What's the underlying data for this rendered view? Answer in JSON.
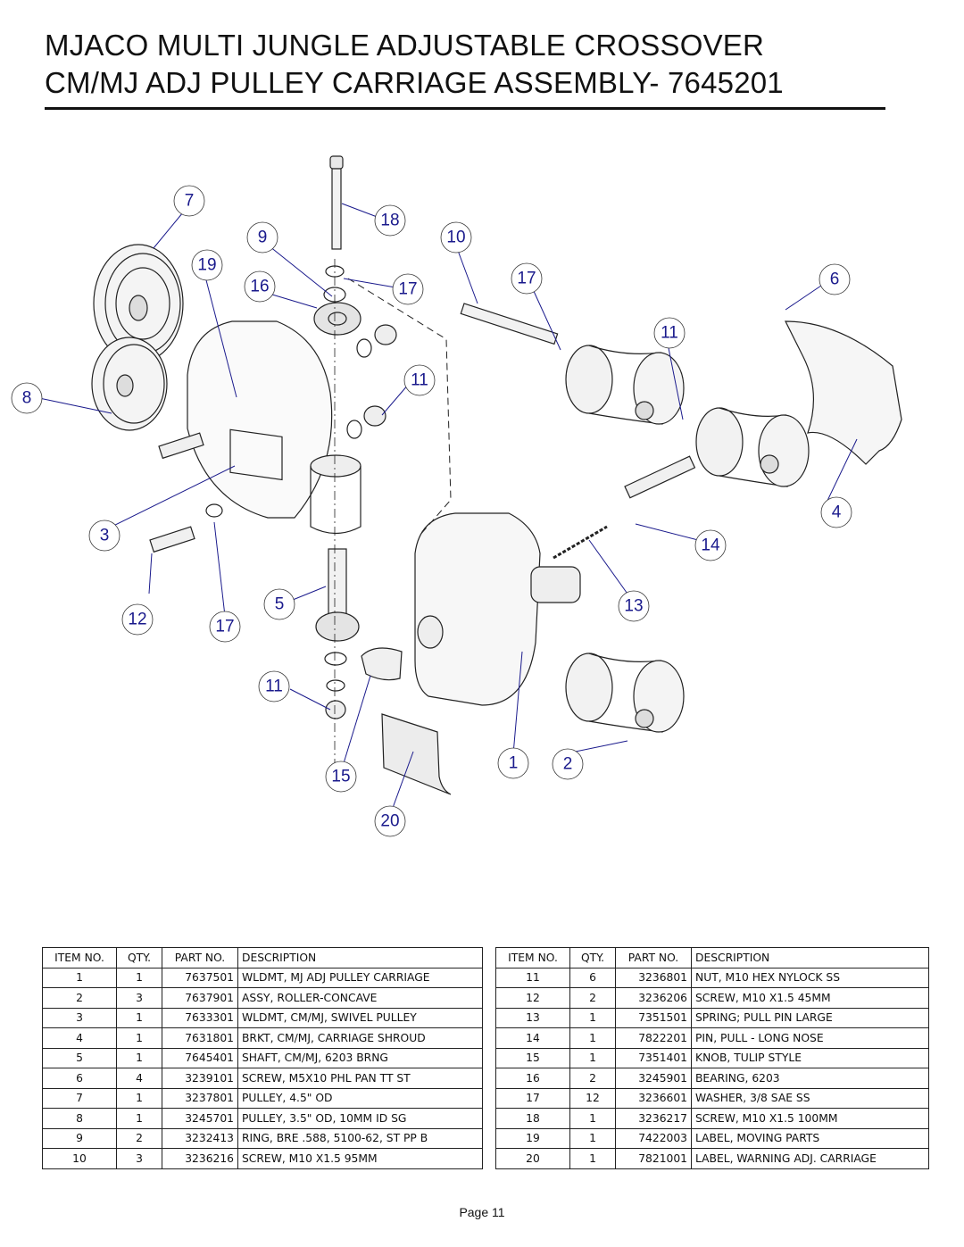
{
  "title": {
    "line1": "MJACO MULTI JUNGLE ADJUSTABLE CROSSOVER",
    "line2": "CM/MJ ADJ PULLEY CARRIAGE ASSEMBLY- 7645201"
  },
  "diagram": {
    "callouts": [
      "7",
      "18",
      "9",
      "10",
      "19",
      "16",
      "17",
      "17",
      "6",
      "11",
      "8",
      "11",
      "4",
      "3",
      "14",
      "5",
      "13",
      "12",
      "17",
      "11",
      "1",
      "2",
      "15",
      "20"
    ]
  },
  "table": {
    "headers": [
      "ITEM NO.",
      "QTY.",
      "PART NO.",
      "DESCRIPTION"
    ],
    "rows_left": [
      [
        "1",
        "1",
        "7637501",
        "WLDMT, MJ ADJ PULLEY CARRIAGE"
      ],
      [
        "2",
        "3",
        "7637901",
        "ASSY, ROLLER-CONCAVE"
      ],
      [
        "3",
        "1",
        "7633301",
        "WLDMT, CM/MJ, SWIVEL PULLEY"
      ],
      [
        "4",
        "1",
        "7631801",
        "BRKT, CM/MJ, CARRIAGE SHROUD"
      ],
      [
        "5",
        "1",
        "7645401",
        "SHAFT, CM/MJ, 6203 BRNG"
      ],
      [
        "6",
        "4",
        "3239101",
        "SCREW, M5X10 PHL PAN TT ST"
      ],
      [
        "7",
        "1",
        "3237801",
        "PULLEY, 4.5\" OD"
      ],
      [
        "8",
        "1",
        "3245701",
        "PULLEY, 3.5\" OD, 10MM ID SG"
      ],
      [
        "9",
        "2",
        "3232413",
        "RING, BRE .588, 5100-62, ST PP B"
      ],
      [
        "10",
        "3",
        "3236216",
        "SCREW, M10 X1.5 95MM"
      ]
    ],
    "rows_right": [
      [
        "11",
        "6",
        "3236801",
        "NUT, M10 HEX  NYLOCK SS"
      ],
      [
        "12",
        "2",
        "3236206",
        "SCREW, M10 X1.5 45MM"
      ],
      [
        "13",
        "1",
        "7351501",
        "SPRING; PULL PIN LARGE"
      ],
      [
        "14",
        "1",
        "7822201",
        "PIN, PULL - LONG NOSE"
      ],
      [
        "15",
        "1",
        "7351401",
        "KNOB, TULIP STYLE"
      ],
      [
        "16",
        "2",
        "3245901",
        "BEARING, 6203"
      ],
      [
        "17",
        "12",
        "3236601",
        "WASHER, 3/8 SAE SS"
      ],
      [
        "18",
        "1",
        "3236217",
        "SCREW, M10 X1.5 100MM"
      ],
      [
        "19",
        "1",
        "7422003",
        "LABEL, MOVING PARTS"
      ],
      [
        "20",
        "1",
        "7821001",
        "LABEL, WARNING ADJ. CARRIAGE"
      ]
    ]
  },
  "footer": {
    "page": "Page 11"
  }
}
